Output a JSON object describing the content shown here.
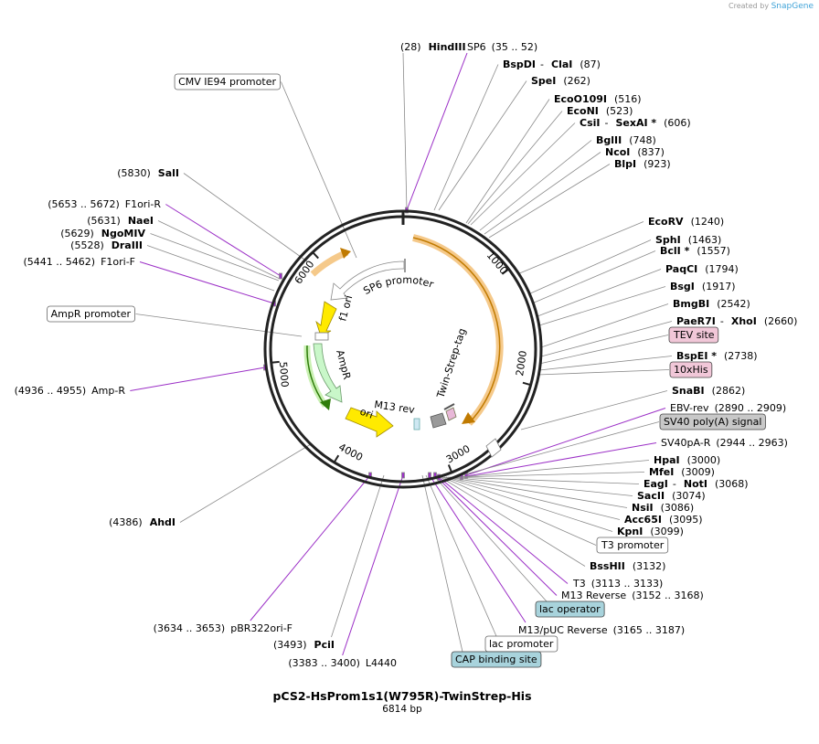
{
  "brand": {
    "prefix": "Created by",
    "name": "SnapGene"
  },
  "plasmid": {
    "name": "pCS2-HsProm1s1(W795R)-TwinStrep-His",
    "size": "6814 bp"
  },
  "ticks": [
    "1000",
    "2000",
    "3000",
    "4000",
    "5000",
    "6000"
  ],
  "features": {
    "sp6_promoter": "SP6 promoter",
    "f1_ori": "f1 ori",
    "ampr": "AmpR",
    "ori": "ori",
    "m13_rev": "M13 rev",
    "twin_strep": "Twin-Strep-tag"
  },
  "sites": [
    {
      "id": "hindiii",
      "name": "HindIII",
      "pos": "(28)",
      "kind": "enz",
      "side": "L"
    },
    {
      "id": "sp6",
      "name": "SP6",
      "pos": "(35 .. 52)",
      "kind": "primer",
      "side": "R"
    },
    {
      "id": "bspdi",
      "name": "BspDI",
      "extra": "ClaI",
      "pos": "(87)",
      "kind": "enz",
      "side": "R"
    },
    {
      "id": "spei",
      "name": "SpeI",
      "pos": "(262)",
      "kind": "enz",
      "side": "R"
    },
    {
      "id": "ecoo109i",
      "name": "EcoO109I",
      "pos": "(516)",
      "kind": "enz",
      "side": "R"
    },
    {
      "id": "econi",
      "name": "EcoNI",
      "pos": "(523)",
      "kind": "enz",
      "side": "R"
    },
    {
      "id": "csii",
      "name": "CsiI",
      "extra": "SexAI *",
      "pos": "(606)",
      "kind": "enz",
      "side": "R"
    },
    {
      "id": "bglii",
      "name": "BglII",
      "pos": "(748)",
      "kind": "enz",
      "side": "R"
    },
    {
      "id": "ncoi",
      "name": "NcoI",
      "pos": "(837)",
      "kind": "enz",
      "side": "R"
    },
    {
      "id": "blpi",
      "name": "BlpI",
      "pos": "(923)",
      "kind": "enz",
      "side": "R"
    },
    {
      "id": "ecorv",
      "name": "EcoRV",
      "pos": "(1240)",
      "kind": "enz",
      "side": "R"
    },
    {
      "id": "sphi",
      "name": "SphI",
      "pos": "(1463)",
      "kind": "enz",
      "side": "R"
    },
    {
      "id": "bcli",
      "name": "BclI *",
      "pos": "(1557)",
      "kind": "enz",
      "side": "R"
    },
    {
      "id": "paqci",
      "name": "PaqCI",
      "pos": "(1794)",
      "kind": "enz",
      "side": "R"
    },
    {
      "id": "bsgi",
      "name": "BsgI",
      "pos": "(1917)",
      "kind": "enz",
      "side": "R"
    },
    {
      "id": "bmgbi",
      "name": "BmgBI",
      "pos": "(2542)",
      "kind": "enz",
      "side": "R"
    },
    {
      "id": "paer7i",
      "name": "PaeR7I",
      "extra": "XhoI",
      "pos": "(2660)",
      "kind": "enz",
      "side": "R"
    },
    {
      "id": "tev",
      "name": "TEV site",
      "kind": "boxpink",
      "side": "R"
    },
    {
      "id": "bspei",
      "name": "BspEI *",
      "pos": "(2738)",
      "kind": "enz",
      "side": "R"
    },
    {
      "id": "his",
      "name": "10xHis",
      "kind": "boxpink",
      "side": "R"
    },
    {
      "id": "snabi",
      "name": "SnaBI",
      "pos": "(2862)",
      "kind": "enz",
      "side": "R"
    },
    {
      "id": "ebvrev",
      "name": "EBV-rev",
      "pos": "(2890 .. 2909)",
      "kind": "primer",
      "side": "R"
    },
    {
      "id": "sv40pa",
      "name": "SV40 poly(A) signal",
      "kind": "boxgray",
      "side": "R"
    },
    {
      "id": "sv40par",
      "name": "SV40pA-R",
      "pos": "(2944 .. 2963)",
      "kind": "primer",
      "side": "R"
    },
    {
      "id": "hpai",
      "name": "HpaI",
      "pos": "(3000)",
      "kind": "enz",
      "side": "R"
    },
    {
      "id": "mfei",
      "name": "MfeI",
      "pos": "(3009)",
      "kind": "enz",
      "side": "R"
    },
    {
      "id": "eagi",
      "name": "EagI",
      "extra": "NotI",
      "pos": "(3068)",
      "kind": "enz",
      "side": "R"
    },
    {
      "id": "sacii",
      "name": "SacII",
      "pos": "(3074)",
      "kind": "enz",
      "side": "R"
    },
    {
      "id": "nsii",
      "name": "NsiI",
      "pos": "(3086)",
      "kind": "enz",
      "side": "R"
    },
    {
      "id": "acc65i",
      "name": "Acc65I",
      "pos": "(3095)",
      "kind": "enz",
      "side": "R"
    },
    {
      "id": "kpni",
      "name": "KpnI",
      "pos": "(3099)",
      "kind": "enz",
      "side": "R"
    },
    {
      "id": "t3prom",
      "name": "T3 promoter",
      "kind": "boxwhite",
      "side": "R"
    },
    {
      "id": "bsshii",
      "name": "BssHII",
      "pos": "(3132)",
      "kind": "enz",
      "side": "R"
    },
    {
      "id": "t3",
      "name": "T3",
      "pos": "(3113 .. 3133)",
      "kind": "primer",
      "side": "R"
    },
    {
      "id": "m13r",
      "name": "M13 Reverse",
      "pos": "(3152 .. 3168)",
      "kind": "primer",
      "side": "R"
    },
    {
      "id": "lacop",
      "name": "lac operator",
      "kind": "boxteal",
      "side": "R"
    },
    {
      "id": "m13puc",
      "name": "M13/pUC Reverse",
      "pos": "(3165 .. 3187)",
      "kind": "primer",
      "side": "R"
    },
    {
      "id": "lacprom",
      "name": "lac promoter",
      "kind": "boxwhite",
      "side": "R"
    },
    {
      "id": "cap",
      "name": "CAP binding site",
      "kind": "boxteal",
      "side": "R"
    },
    {
      "id": "l4440",
      "name": "L4440",
      "pos": "(3383 .. 3400)",
      "kind": "primer",
      "side": "L"
    },
    {
      "id": "pcii",
      "name": "PciI",
      "pos": "(3493)",
      "kind": "enz",
      "side": "L"
    },
    {
      "id": "pbr",
      "name": "pBR322ori-F",
      "pos": "(3634 .. 3653)",
      "kind": "primer",
      "side": "L"
    },
    {
      "id": "ahdi",
      "name": "AhdI",
      "pos": "(4386)",
      "kind": "enz",
      "side": "L"
    },
    {
      "id": "ampr",
      "name": "Amp-R",
      "pos": "(4936 .. 4955)",
      "kind": "primer",
      "side": "L"
    },
    {
      "id": "amprprom",
      "name": "AmpR promoter",
      "kind": "boxwhite",
      "side": "L"
    },
    {
      "id": "f1orif",
      "name": "F1ori-F",
      "pos": "(5441 .. 5462)",
      "kind": "primer",
      "side": "L"
    },
    {
      "id": "draiii",
      "name": "DraIII",
      "pos": "(5528)",
      "kind": "enz",
      "side": "L"
    },
    {
      "id": "ngomiv",
      "name": "NgoMIV",
      "pos": "(5629)",
      "kind": "enz",
      "side": "L"
    },
    {
      "id": "naei",
      "name": "NaeI",
      "pos": "(5631)",
      "kind": "enz",
      "side": "L"
    },
    {
      "id": "f1orir",
      "name": "F1ori-R",
      "pos": "(5653 .. 5672)",
      "kind": "primer",
      "side": "L"
    },
    {
      "id": "sali",
      "name": "SalI",
      "pos": "(5830)",
      "kind": "enz",
      "side": "L"
    },
    {
      "id": "cmv",
      "name": "CMV IE94 promoter",
      "kind": "boxwhite",
      "side": "L"
    }
  ]
}
